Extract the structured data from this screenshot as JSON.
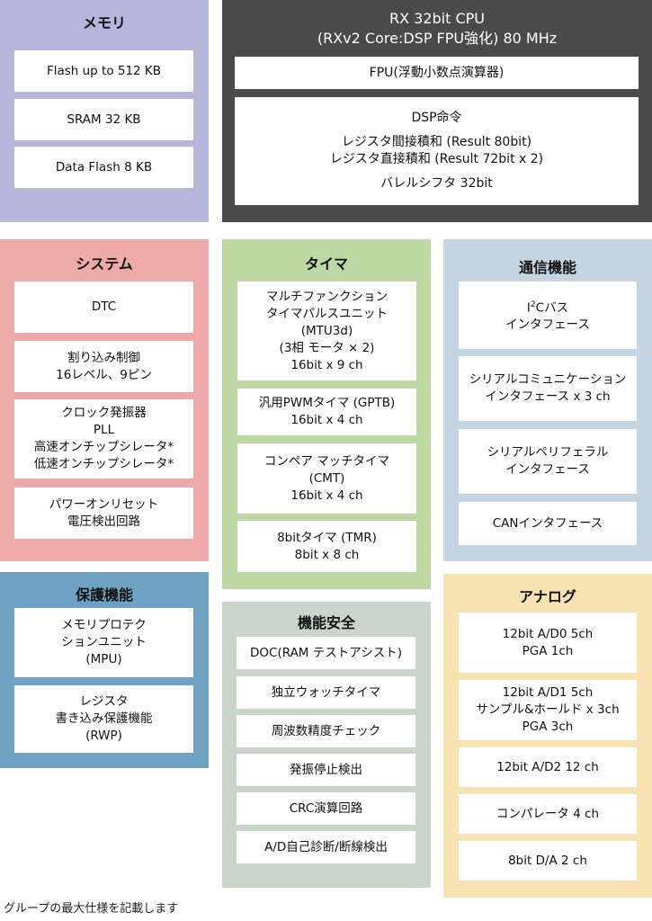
{
  "memory": {
    "title": "メモリ",
    "items": [
      "Flash up to 512 KB",
      "SRAM  32 KB",
      "Data Flash 8 KB"
    ]
  },
  "cpu": {
    "title_line1": "RX 32bit CPU",
    "title_line2": "(RXv2 Core:DSP FPU強化) 80 MHz",
    "fpu": "FPU(浮動小数点演算器)",
    "dsp_lines": [
      "DSP命令",
      "レジスタ間接積和 (Result 80bit)",
      "レジスタ直接積和 (Result 72bit x 2)",
      "バレルシフタ 32bit"
    ]
  },
  "system": {
    "title": "システム",
    "items": [
      [
        "DTC"
      ],
      [
        "割り込み制御",
        "16レベル、9ピン"
      ],
      [
        "クロック発振器",
        "PLL",
        "高速オンチップシレータ*",
        "低速オンチップシレータ*"
      ],
      [
        "パワーオンリセット",
        "電圧検出回路"
      ]
    ]
  },
  "timer": {
    "title": "タイマ",
    "items": [
      [
        "マルチファンクション",
        "タイマパルスユニット",
        "(MTU3d)",
        "(3相 モータ × 2)",
        "16bit x 9 ch"
      ],
      [
        "汎用PWMタイマ (GPTB)",
        "16bit x 4 ch"
      ],
      [
        "コンペア マッチタイマ",
        "(CMT)",
        "16bit x 4 ch"
      ],
      [
        "8bitタイマ (TMR)",
        "8bit x 8 ch"
      ]
    ]
  },
  "comm": {
    "title": "通信機能",
    "i2c_prefix": "I",
    "i2c_sup": "2",
    "i2c_suffix": "Cバス",
    "i2c_line2": "インタフェース",
    "items": [
      [
        "シリアルコミュニケーション",
        "インタフェース x 3 ch"
      ],
      [
        "シリアルペリフェラル",
        "インタフェース"
      ],
      [
        "CANインタフェース"
      ]
    ]
  },
  "protect": {
    "title": "保護機能",
    "items": [
      [
        "メモリプロテク",
        "ションユニット",
        "(MPU)"
      ],
      [
        "レジスタ",
        "書き込み保護機能",
        "(RWP)"
      ]
    ]
  },
  "safety": {
    "title": "機能安全",
    "items": [
      "DOC(RAM テストアシスト)",
      "独立ウォッチタイマ",
      "周波数精度チェック",
      "発振停止検出",
      "CRC演算回路",
      "A/D自己診断/断線検出"
    ]
  },
  "analog": {
    "title": "アナログ",
    "items": [
      [
        "12bit A/D0 5ch",
        "PGA 1ch"
      ],
      [
        "12bit A/D1 5ch",
        "サンプル&ホールド x 3ch",
        "PGA 3ch"
      ],
      [
        "12bit A/D2 12 ch"
      ],
      [
        "コンパレータ 4 ch"
      ],
      [
        "8bit D/A 2 ch"
      ]
    ]
  },
  "footnote": "グループの最大仕様を記載します",
  "colors": {
    "memory": "#b7b5da",
    "cpu": "#4a4a4a",
    "system": "#eeaaa8",
    "timer": "#bcd9a3",
    "comm": "#c4d4e0",
    "protect": "#6fa2c2",
    "safety": "#c8d5c8",
    "analog": "#f7e2b1"
  }
}
